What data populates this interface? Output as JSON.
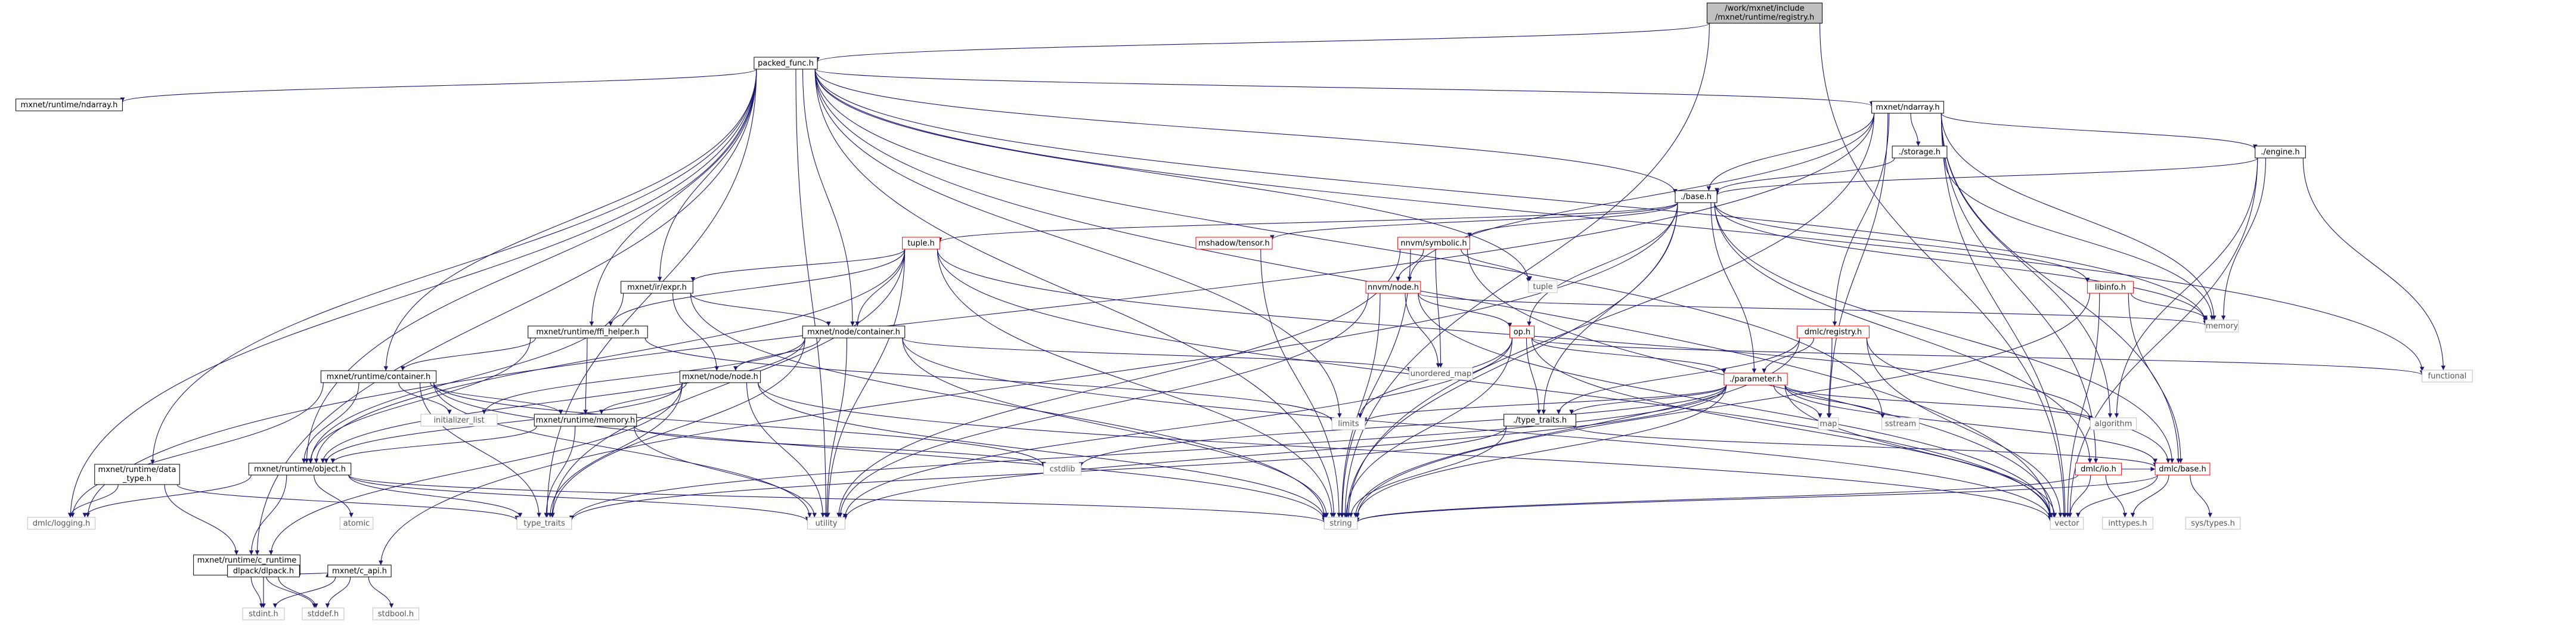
{
  "colors": {
    "edge": "#191970",
    "node_border_normal": "#000000",
    "node_border_missing": "#bfbfbf",
    "node_border_truncated": "#ff0000",
    "node_fill": "#ffffff",
    "root_fill": "#bfbfbf",
    "text_normal": "#000000",
    "text_missing": "#555555"
  },
  "nodes": [
    {
      "id": "root",
      "label": [
        "/work/mxnet/include",
        "/mxnet/runtime/registry.h"
      ],
      "style": "root"
    },
    {
      "id": "packed_func",
      "label": [
        "packed_func.h"
      ],
      "style": "normal"
    },
    {
      "id": "ndarray_rt",
      "label": [
        "mxnet/runtime/ndarray.h"
      ],
      "style": "normal"
    },
    {
      "id": "mxnet_ndarray",
      "label": [
        "mxnet/ndarray.h"
      ],
      "style": "normal"
    },
    {
      "id": "storage",
      "label": [
        "./storage.h"
      ],
      "style": "normal"
    },
    {
      "id": "engine",
      "label": [
        "./engine.h"
      ],
      "style": "normal"
    },
    {
      "id": "base",
      "label": [
        "./base.h"
      ],
      "style": "normal"
    },
    {
      "id": "tuple_h",
      "label": [
        "tuple.h"
      ],
      "style": "truncated"
    },
    {
      "id": "mshadow",
      "label": [
        "mshadow/tensor.h"
      ],
      "style": "truncated"
    },
    {
      "id": "nnvm_symbolic",
      "label": [
        "nnvm/symbolic.h"
      ],
      "style": "truncated"
    },
    {
      "id": "tuple",
      "label": [
        "tuple"
      ],
      "style": "missing"
    },
    {
      "id": "libinfo",
      "label": [
        "libinfo.h"
      ],
      "style": "truncated"
    },
    {
      "id": "ir_expr",
      "label": [
        "mxnet/ir/expr.h"
      ],
      "style": "normal"
    },
    {
      "id": "nnvm_node",
      "label": [
        "nnvm/node.h"
      ],
      "style": "truncated"
    },
    {
      "id": "memory",
      "label": [
        "memory"
      ],
      "style": "missing"
    },
    {
      "id": "dmlc_registry",
      "label": [
        "dmlc/registry.h"
      ],
      "style": "truncated"
    },
    {
      "id": "ffi_helper",
      "label": [
        "mxnet/runtime/ffi_helper.h"
      ],
      "style": "normal"
    },
    {
      "id": "node_container",
      "label": [
        "mxnet/node/container.h"
      ],
      "style": "normal"
    },
    {
      "id": "op_h",
      "label": [
        "op.h"
      ],
      "style": "truncated"
    },
    {
      "id": "functional",
      "label": [
        "functional"
      ],
      "style": "missing"
    },
    {
      "id": "unordered_map",
      "label": [
        "unordered_map"
      ],
      "style": "missing"
    },
    {
      "id": "parameter",
      "label": [
        "./parameter.h"
      ],
      "style": "truncated"
    },
    {
      "id": "rt_container",
      "label": [
        "mxnet/runtime/container.h"
      ],
      "style": "normal"
    },
    {
      "id": "node_node",
      "label": [
        "mxnet/node/node.h"
      ],
      "style": "normal"
    },
    {
      "id": "limits",
      "label": [
        "limits"
      ],
      "style": "missing"
    },
    {
      "id": "algorithm",
      "label": [
        "algorithm"
      ],
      "style": "missing"
    },
    {
      "id": "initializer_list",
      "label": [
        "initializer_list"
      ],
      "style": "missing"
    },
    {
      "id": "rt_memory",
      "label": [
        "mxnet/runtime/memory.h"
      ],
      "style": "normal"
    },
    {
      "id": "type_traits_h",
      "label": [
        "./type_traits.h"
      ],
      "style": "normal"
    },
    {
      "id": "map",
      "label": [
        "map"
      ],
      "style": "missing"
    },
    {
      "id": "sstream",
      "label": [
        "sstream"
      ],
      "style": "missing"
    },
    {
      "id": "cstdlib",
      "label": [
        "cstdlib"
      ],
      "style": "missing"
    },
    {
      "id": "rt_data_type",
      "label": [
        "mxnet/runtime/data",
        "_type.h"
      ],
      "style": "normal"
    },
    {
      "id": "rt_object",
      "label": [
        "mxnet/runtime/object.h"
      ],
      "style": "normal"
    },
    {
      "id": "dmlc_io",
      "label": [
        "dmlc/io.h"
      ],
      "style": "truncated"
    },
    {
      "id": "dmlc_base",
      "label": [
        "dmlc/base.h"
      ],
      "style": "truncated"
    },
    {
      "id": "dmlc_logging",
      "label": [
        "dmlc/logging.h"
      ],
      "style": "missing"
    },
    {
      "id": "atomic",
      "label": [
        "atomic"
      ],
      "style": "missing"
    },
    {
      "id": "type_traits",
      "label": [
        "type_traits"
      ],
      "style": "missing"
    },
    {
      "id": "utility",
      "label": [
        "utility"
      ],
      "style": "missing"
    },
    {
      "id": "string",
      "label": [
        "string"
      ],
      "style": "missing"
    },
    {
      "id": "vector",
      "label": [
        "vector"
      ],
      "style": "missing"
    },
    {
      "id": "inttypes",
      "label": [
        "inttypes.h"
      ],
      "style": "missing"
    },
    {
      "id": "systypes",
      "label": [
        "sys/types.h"
      ],
      "style": "missing"
    },
    {
      "id": "c_runtime_api",
      "label": [
        "mxnet/runtime/c_runtime",
        "_api.h"
      ],
      "style": "normal"
    },
    {
      "id": "dlpack",
      "label": [
        "dlpack/dlpack.h"
      ],
      "style": "normal"
    },
    {
      "id": "c_api",
      "label": [
        "mxnet/c_api.h"
      ],
      "style": "normal"
    },
    {
      "id": "stdint",
      "label": [
        "stdint.h"
      ],
      "style": "missing"
    },
    {
      "id": "stddef",
      "label": [
        "stddef.h"
      ],
      "style": "missing"
    },
    {
      "id": "stdbool",
      "label": [
        "stdbool.h"
      ],
      "style": "missing"
    }
  ],
  "edges": [
    [
      "root",
      "packed_func"
    ],
    [
      "root",
      "string"
    ],
    [
      "root",
      "vector"
    ],
    [
      "packed_func",
      "ndarray_rt"
    ],
    [
      "packed_func",
      "mxnet_ndarray"
    ],
    [
      "packed_func",
      "base"
    ],
    [
      "packed_func",
      "tuple"
    ],
    [
      "packed_func",
      "ir_expr"
    ],
    [
      "packed_func",
      "ffi_helper"
    ],
    [
      "packed_func",
      "node_container"
    ],
    [
      "packed_func",
      "rt_container"
    ],
    [
      "packed_func",
      "rt_data_type"
    ],
    [
      "packed_func",
      "rt_object"
    ],
    [
      "packed_func",
      "dmlc_logging"
    ],
    [
      "packed_func",
      "type_traits"
    ],
    [
      "packed_func",
      "utility"
    ],
    [
      "packed_func",
      "string"
    ],
    [
      "packed_func",
      "limits"
    ],
    [
      "packed_func",
      "memory"
    ],
    [
      "packed_func",
      "functional"
    ],
    [
      "packed_func",
      "sstream"
    ],
    [
      "packed_func",
      "vector"
    ],
    [
      "packed_func",
      "c_runtime_api"
    ],
    [
      "mxnet_ndarray",
      "storage"
    ],
    [
      "mxnet_ndarray",
      "engine"
    ],
    [
      "mxnet_ndarray",
      "base"
    ],
    [
      "mxnet_ndarray",
      "memory"
    ],
    [
      "mxnet_ndarray",
      "algorithm"
    ],
    [
      "mxnet_ndarray",
      "dmlc_registry"
    ],
    [
      "mxnet_ndarray",
      "nnvm_node"
    ],
    [
      "mxnet_ndarray",
      "map"
    ],
    [
      "mxnet_ndarray",
      "dmlc_io"
    ],
    [
      "mxnet_ndarray",
      "dmlc_base"
    ],
    [
      "mxnet_ndarray",
      "string"
    ],
    [
      "mxnet_ndarray",
      "vector"
    ],
    [
      "mxnet_ndarray",
      "dmlc_logging"
    ],
    [
      "storage",
      "base"
    ],
    [
      "storage",
      "memory"
    ],
    [
      "engine",
      "base"
    ],
    [
      "engine",
      "memory"
    ],
    [
      "engine",
      "algorithm"
    ],
    [
      "engine",
      "functional"
    ],
    [
      "engine",
      "vector"
    ],
    [
      "base",
      "tuple_h"
    ],
    [
      "base",
      "mshadow"
    ],
    [
      "base",
      "nnvm_symbolic"
    ],
    [
      "base",
      "libinfo"
    ],
    [
      "base",
      "op_h"
    ],
    [
      "base",
      "parameter"
    ],
    [
      "base",
      "type_traits_h"
    ],
    [
      "base",
      "memory"
    ],
    [
      "base",
      "string"
    ],
    [
      "base",
      "dmlc_io"
    ],
    [
      "base",
      "c_api"
    ],
    [
      "base",
      "dmlc_base"
    ],
    [
      "tuple_h",
      "ir_expr"
    ],
    [
      "tuple_h",
      "ffi_helper"
    ],
    [
      "tuple_h",
      "node_container"
    ],
    [
      "tuple_h",
      "rt_object"
    ],
    [
      "tuple_h",
      "type_traits"
    ],
    [
      "tuple_h",
      "utility"
    ],
    [
      "tuple_h",
      "string"
    ],
    [
      "tuple_h",
      "vector"
    ],
    [
      "tuple_h",
      "algorithm"
    ],
    [
      "mshadow",
      "string"
    ],
    [
      "nnvm_symbolic",
      "nnvm_node"
    ],
    [
      "nnvm_symbolic",
      "tuple"
    ],
    [
      "nnvm_symbolic",
      "unordered_map"
    ],
    [
      "nnvm_symbolic",
      "string"
    ],
    [
      "nnvm_symbolic",
      "vector"
    ],
    [
      "nnvm_symbolic",
      "utility"
    ],
    [
      "libinfo",
      "memory"
    ],
    [
      "libinfo",
      "dmlc_base"
    ],
    [
      "libinfo",
      "string"
    ],
    [
      "libinfo",
      "vector"
    ],
    [
      "ir_expr",
      "node_node"
    ],
    [
      "ir_expr",
      "node_container"
    ],
    [
      "ir_expr",
      "rt_object"
    ],
    [
      "ir_expr",
      "string"
    ],
    [
      "nnvm_node",
      "op_h"
    ],
    [
      "nnvm_node",
      "memory"
    ],
    [
      "nnvm_node",
      "unordered_map"
    ],
    [
      "nnvm_node",
      "string"
    ],
    [
      "nnvm_node",
      "vector"
    ],
    [
      "nnvm_node",
      "utility"
    ],
    [
      "dmlc_registry",
      "parameter"
    ],
    [
      "dmlc_registry",
      "type_traits_h"
    ],
    [
      "dmlc_registry",
      "map"
    ],
    [
      "dmlc_registry",
      "string"
    ],
    [
      "dmlc_registry",
      "vector"
    ],
    [
      "dmlc_registry",
      "dmlc_base"
    ],
    [
      "ffi_helper",
      "rt_container"
    ],
    [
      "ffi_helper",
      "rt_memory"
    ],
    [
      "ffi_helper",
      "rt_object"
    ],
    [
      "ffi_helper",
      "limits"
    ],
    [
      "node_container",
      "node_node"
    ],
    [
      "node_container",
      "rt_object"
    ],
    [
      "node_container",
      "unordered_map"
    ],
    [
      "node_container",
      "initializer_list"
    ],
    [
      "node_container",
      "type_traits"
    ],
    [
      "node_container",
      "utility"
    ],
    [
      "node_container",
      "string"
    ],
    [
      "node_container",
      "vector"
    ],
    [
      "op_h",
      "parameter"
    ],
    [
      "op_h",
      "functional"
    ],
    [
      "op_h",
      "limits"
    ],
    [
      "op_h",
      "type_traits_h"
    ],
    [
      "op_h",
      "string"
    ],
    [
      "op_h",
      "vector"
    ],
    [
      "op_h",
      "utility"
    ],
    [
      "parameter",
      "type_traits_h"
    ],
    [
      "parameter",
      "map"
    ],
    [
      "parameter",
      "sstream"
    ],
    [
      "parameter",
      "algorithm"
    ],
    [
      "parameter",
      "limits"
    ],
    [
      "parameter",
      "cstdlib"
    ],
    [
      "parameter",
      "dmlc_base"
    ],
    [
      "parameter",
      "string"
    ],
    [
      "parameter",
      "vector"
    ],
    [
      "parameter",
      "utility"
    ],
    [
      "parameter",
      "type_traits"
    ],
    [
      "rt_container",
      "rt_memory"
    ],
    [
      "rt_container",
      "rt_object"
    ],
    [
      "rt_container",
      "initializer_list"
    ],
    [
      "rt_container",
      "cstdlib"
    ],
    [
      "rt_container",
      "type_traits"
    ],
    [
      "rt_container",
      "utility"
    ],
    [
      "rt_container",
      "string"
    ],
    [
      "rt_container",
      "dmlc_logging"
    ],
    [
      "node_node",
      "rt_memory"
    ],
    [
      "node_node",
      "rt_object"
    ],
    [
      "node_node",
      "type_traits"
    ],
    [
      "node_node",
      "utility"
    ],
    [
      "node_node",
      "string"
    ],
    [
      "node_node",
      "vector"
    ],
    [
      "node_node",
      "c_runtime_api"
    ],
    [
      "rt_memory",
      "rt_object"
    ],
    [
      "rt_memory",
      "type_traits"
    ],
    [
      "rt_memory",
      "utility"
    ],
    [
      "rt_memory",
      "cstdlib"
    ],
    [
      "type_traits_h",
      "dmlc_base"
    ],
    [
      "type_traits_h",
      "type_traits"
    ],
    [
      "type_traits_h",
      "string"
    ],
    [
      "rt_data_type",
      "c_runtime_api"
    ],
    [
      "rt_data_type",
      "dmlc_logging"
    ],
    [
      "rt_data_type",
      "type_traits"
    ],
    [
      "rt_object",
      "c_runtime_api"
    ],
    [
      "rt_object",
      "atomic"
    ],
    [
      "rt_object",
      "type_traits"
    ],
    [
      "rt_object",
      "dmlc_logging"
    ],
    [
      "rt_object",
      "string"
    ],
    [
      "rt_object",
      "utility"
    ],
    [
      "dmlc_io",
      "string"
    ],
    [
      "dmlc_io",
      "vector"
    ],
    [
      "dmlc_io",
      "inttypes"
    ],
    [
      "dmlc_io",
      "dmlc_base"
    ],
    [
      "dmlc_base",
      "inttypes"
    ],
    [
      "dmlc_base",
      "systypes"
    ],
    [
      "dmlc_base",
      "vector"
    ],
    [
      "dmlc_base",
      "string"
    ],
    [
      "c_runtime_api",
      "dlpack"
    ],
    [
      "c_runtime_api",
      "c_api"
    ],
    [
      "c_runtime_api",
      "stdint"
    ],
    [
      "c_runtime_api",
      "stddef"
    ],
    [
      "dlpack",
      "stdint"
    ],
    [
      "dlpack",
      "stddef"
    ],
    [
      "c_api",
      "stdint"
    ],
    [
      "c_api",
      "stddef"
    ],
    [
      "c_api",
      "stdbool"
    ]
  ]
}
